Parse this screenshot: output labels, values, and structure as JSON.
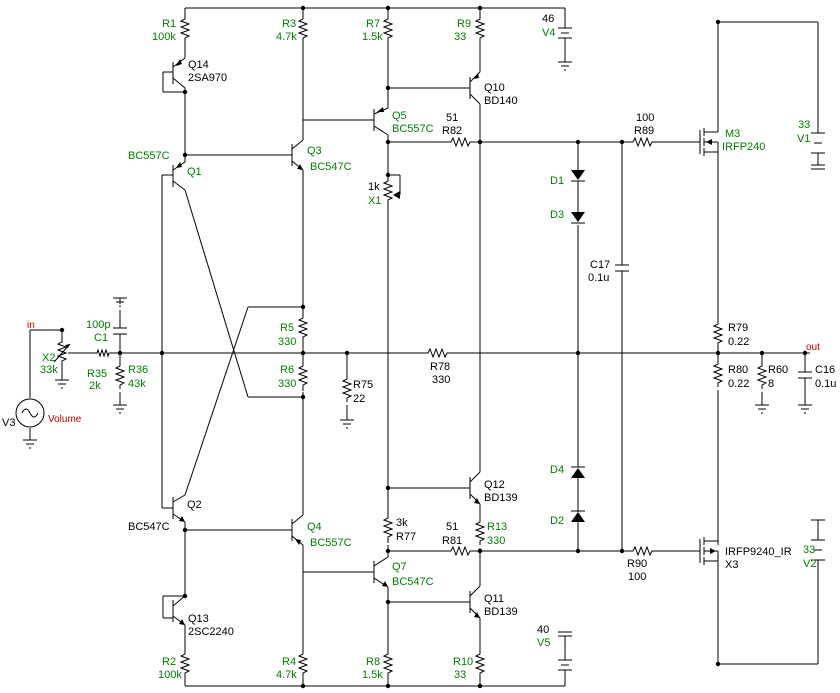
{
  "components": {
    "r1": {
      "ref": "R1",
      "value": "100k"
    },
    "r2": {
      "ref": "R2",
      "value": "100k"
    },
    "r3": {
      "ref": "R3",
      "value": "4.7k"
    },
    "r4": {
      "ref": "R4",
      "value": "4.7k"
    },
    "r5": {
      "ref": "R5",
      "value": "330"
    },
    "r6": {
      "ref": "R6",
      "value": "330"
    },
    "r7": {
      "ref": "R7",
      "value": "1.5k"
    },
    "r8": {
      "ref": "R8",
      "value": "1.5k"
    },
    "r9": {
      "ref": "R9",
      "value": "33"
    },
    "r10": {
      "ref": "R10",
      "value": "33"
    },
    "r13": {
      "ref": "R13",
      "value": "330"
    },
    "r35": {
      "ref": "R35",
      "value": "2k"
    },
    "r36": {
      "ref": "R36",
      "value": "43k"
    },
    "r60": {
      "ref": "R60",
      "value": "8"
    },
    "r75": {
      "ref": "R75",
      "value": "22"
    },
    "r77": {
      "ref": "R77",
      "value": "3k"
    },
    "r78": {
      "ref": "R78",
      "value": "330"
    },
    "r79": {
      "ref": "R79",
      "value": "0.22"
    },
    "r80": {
      "ref": "R80",
      "value": "0.22"
    },
    "r81": {
      "ref": "R81",
      "value": "51"
    },
    "r82": {
      "ref": "R82",
      "value": "51"
    },
    "r89": {
      "ref": "R89",
      "value": "100"
    },
    "r90": {
      "ref": "R90",
      "value": "100"
    },
    "c1": {
      "ref": "C1",
      "value": "100p"
    },
    "c16": {
      "ref": "C16",
      "value": "0.1u"
    },
    "c17": {
      "ref": "C17",
      "value": "0.1u"
    },
    "d1": {
      "ref": "D1"
    },
    "d2": {
      "ref": "D2"
    },
    "d3": {
      "ref": "D3"
    },
    "d4": {
      "ref": "D4"
    },
    "q1": {
      "ref": "Q1",
      "type": "BC557C"
    },
    "q2": {
      "ref": "Q2",
      "type": "BC547C"
    },
    "q3": {
      "ref": "Q3",
      "type": "BC547C"
    },
    "q4": {
      "ref": "Q4",
      "type": "BC557C"
    },
    "q5": {
      "ref": "Q5",
      "type": "BC557C"
    },
    "q7": {
      "ref": "Q7",
      "type": "BC547C"
    },
    "q10": {
      "ref": "Q10",
      "type": "BD140"
    },
    "q11": {
      "ref": "Q11",
      "type": "BD139"
    },
    "q12": {
      "ref": "Q12",
      "type": "BD139"
    },
    "q13": {
      "ref": "Q13",
      "type": "2SC2240"
    },
    "q14": {
      "ref": "Q14",
      "type": "2SA970"
    },
    "m3": {
      "ref": "M3",
      "type": "IRFP240"
    },
    "x3": {
      "ref": "X3",
      "type": "IRFP9240_IR"
    },
    "x1": {
      "ref": "X1",
      "value": "1k"
    },
    "x2": {
      "ref": "X2",
      "value": "33k"
    },
    "v1": {
      "ref": "V1",
      "value": "33"
    },
    "v2": {
      "ref": "V2",
      "value": "33"
    },
    "v3": {
      "ref": "V3",
      "value": "Volume"
    },
    "v4": {
      "ref": "V4",
      "value": "46"
    },
    "v5": {
      "ref": "V5",
      "value": "40"
    }
  },
  "nets": {
    "input": "in",
    "output": "out"
  },
  "colors": {
    "label": "#008000",
    "net_label": "#c00000",
    "wire": "#000000"
  }
}
